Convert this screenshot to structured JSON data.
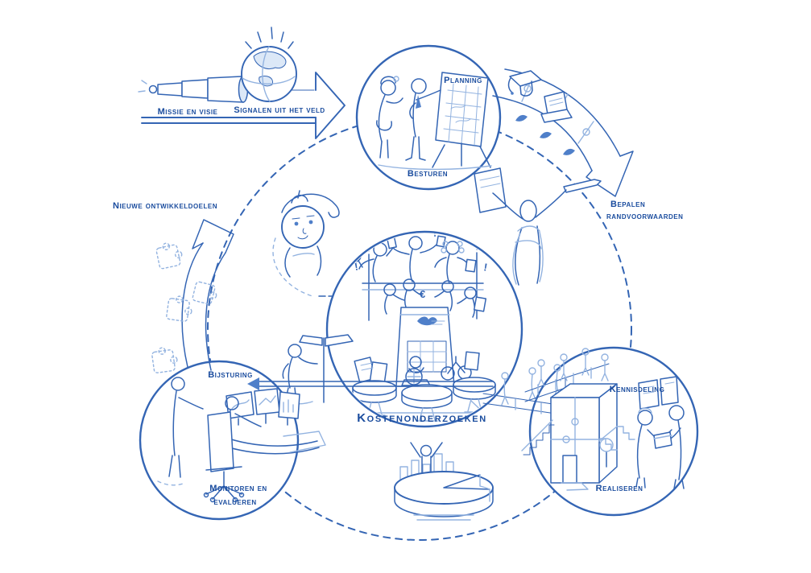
{
  "colors": {
    "background": "#ffffff",
    "ink": "#3465b4",
    "ink_light": "#93b3e0",
    "ink_fill": "#4f7fc9",
    "label": "#1a4c9e"
  },
  "flow_inputs": {
    "missie": {
      "label": "Missie en visie",
      "icon": "telescope-icon"
    },
    "signalen": {
      "label": "Signalen uit het veld",
      "icon": "globe-icon"
    }
  },
  "nodes": {
    "besturen": {
      "label": "Besturen",
      "chart_label": "Planning"
    },
    "kostenonderzoeken": {
      "label": "Kostenonderzoeken",
      "euro_symbol": "€",
      "exclamation_mark": "!"
    },
    "monitoren": {
      "label_line1": "Monitoren en",
      "label_line2": "evalueren"
    },
    "realiseren": {
      "label": "Realiseren"
    }
  },
  "connectors": {
    "bepalen": {
      "label_line1": "Bepalen",
      "label_line2": "randvoorwaarden"
    },
    "kennisdeling": {
      "label": "Kennisdeling"
    },
    "bijsturing": {
      "label": "Bijsturing"
    },
    "nieuwe_ontwikkeldoelen": {
      "label": "Nieuwe ontwikkeldoelen"
    }
  }
}
